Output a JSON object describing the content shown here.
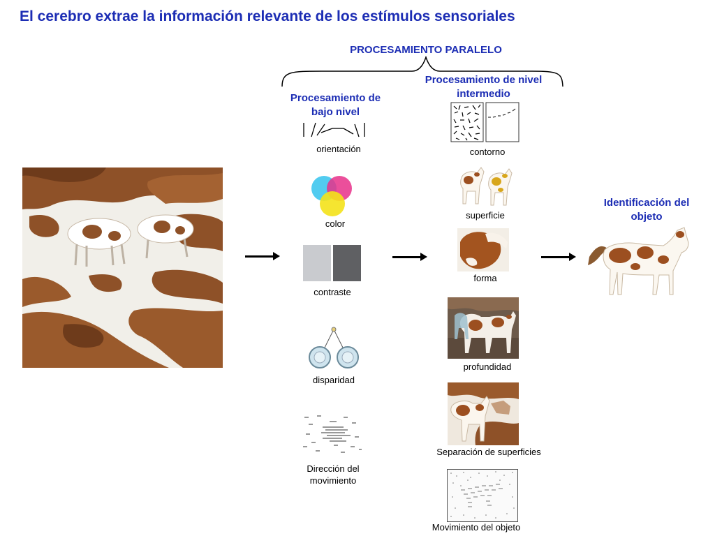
{
  "title": "El cerebro extrae la información relevante de los estímulos sensoriales",
  "parallel_label": "PROCESAMIENTO PARALELO",
  "low_level": {
    "heading": "Procesamiento de bajo nivel",
    "items": {
      "orientation": "orientación",
      "color": "color",
      "contrast": "contraste",
      "disparity": "disparidad",
      "motion_direction": "Dirección del movimiento"
    }
  },
  "intermediate": {
    "heading": "Procesamiento de nivel intermedio",
    "items": {
      "contour": "contorno",
      "surface": "superficie",
      "shape": "forma",
      "depth": "profundidad",
      "surface_separation": "Separación de superficies",
      "object_motion": "Movimiento del objeto"
    }
  },
  "identification": "Identificación del objeto",
  "colors": {
    "heading_blue": "#1c2db4",
    "horse_brown": "#8b4a22",
    "rock_brown": "#9a5a2c",
    "cyan": "#3fc6ee",
    "magenta": "#e8308a",
    "yellow": "#f4e21a",
    "contrast_light": "#c9cbcf",
    "contrast_dark": "#5f6063"
  },
  "icons": [
    "painting-image",
    "orientation-lines-icon",
    "color-circles-icon",
    "contrast-squares-icon",
    "disparity-eyes-icon",
    "motion-dots-icon",
    "contour-texture-icon",
    "surface-horses-image",
    "shape-image",
    "depth-image",
    "surface-separation-image",
    "object-motion-dots-icon",
    "identified-horse-image",
    "arrow-icon",
    "brace-icon"
  ]
}
